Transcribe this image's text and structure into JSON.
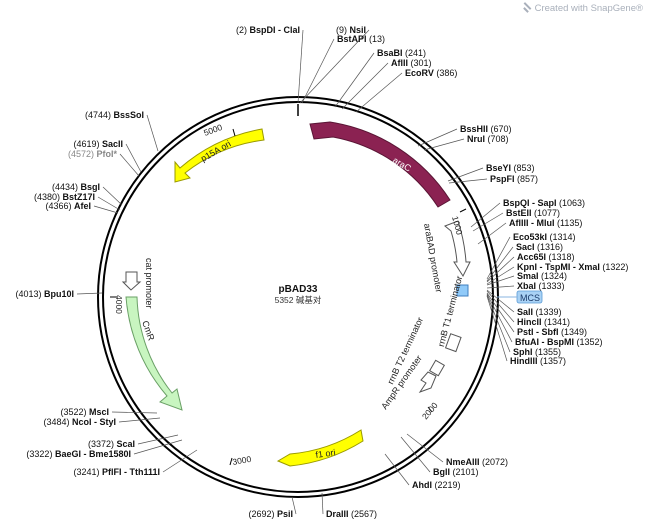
{
  "watermark": "Created with SnapGene®",
  "plasmid": {
    "name": "pBAD33",
    "size": "5352",
    "size_suffix": "碱基对"
  },
  "sites": [
    {
      "pos": "(2)",
      "name": "BspDI - ClaI",
      "side": "L"
    },
    {
      "pos": "(9)",
      "name": "NsiI",
      "side": "L"
    },
    {
      "pos": "(13)",
      "name": "BstAPI",
      "side": "R"
    },
    {
      "pos": "(241)",
      "name": "BsaBI",
      "side": "R"
    },
    {
      "pos": "(301)",
      "name": "AflII",
      "side": "R"
    },
    {
      "pos": "(386)",
      "name": "EcoRV",
      "side": "R"
    },
    {
      "pos": "(670)",
      "name": "BssHII",
      "side": "R"
    },
    {
      "pos": "(708)",
      "name": "NruI",
      "side": "R"
    },
    {
      "pos": "(853)",
      "name": "BseYI",
      "side": "R"
    },
    {
      "pos": "(857)",
      "name": "PspFI",
      "side": "R"
    },
    {
      "pos": "(1063)",
      "name": "BspQI - SapI",
      "side": "R"
    },
    {
      "pos": "(1077)",
      "name": "BstEII",
      "side": "R"
    },
    {
      "pos": "(1135)",
      "name": "AflIII - MluI",
      "side": "R"
    },
    {
      "pos": "(1314)",
      "name": "Eco53kI",
      "side": "R"
    },
    {
      "pos": "(1316)",
      "name": "SacI",
      "side": "R"
    },
    {
      "pos": "(1318)",
      "name": "Acc65I",
      "side": "R"
    },
    {
      "pos": "(1322)",
      "name": "KpnI - TspMI - XmaI",
      "side": "R"
    },
    {
      "pos": "(1324)",
      "name": "SmaI",
      "side": "R"
    },
    {
      "pos": "(1333)",
      "name": "XbaI",
      "side": "R"
    },
    {
      "pos": "(1339)",
      "name": "SalI",
      "side": "R"
    },
    {
      "pos": "(1341)",
      "name": "HincII",
      "side": "R"
    },
    {
      "pos": "(1349)",
      "name": "PstI - SbfI",
      "side": "R"
    },
    {
      "pos": "(1352)",
      "name": "BfuAI - BspMI",
      "side": "R"
    },
    {
      "pos": "(1355)",
      "name": "SphI",
      "side": "R"
    },
    {
      "pos": "(1357)",
      "name": "HindIII",
      "side": "R"
    },
    {
      "pos": "(2072)",
      "name": "NmeAIII",
      "side": "R"
    },
    {
      "pos": "(2101)",
      "name": "BglI",
      "side": "R"
    },
    {
      "pos": "(2219)",
      "name": "AhdI",
      "side": "R"
    },
    {
      "pos": "(2567)",
      "name": "DraIII",
      "side": "R"
    },
    {
      "pos": "(2692)",
      "name": "PsiI",
      "side": "L"
    },
    {
      "pos": "(3241)",
      "name": "PflFI - Tth111I",
      "side": "L"
    },
    {
      "pos": "(3322)",
      "name": "BaeGI - Bme1580I",
      "side": "L"
    },
    {
      "pos": "(3372)",
      "name": "ScaI",
      "side": "L"
    },
    {
      "pos": "(3484)",
      "name": "NcoI - StyI",
      "side": "L"
    },
    {
      "pos": "(3522)",
      "name": "MscI",
      "side": "L"
    },
    {
      "pos": "(4013)",
      "name": "Bpu10I",
      "side": "L"
    },
    {
      "pos": "(4366)",
      "name": "AfeI",
      "side": "L"
    },
    {
      "pos": "(4380)",
      "name": "BstZ17I",
      "side": "L"
    },
    {
      "pos": "(4434)",
      "name": "BsgI",
      "side": "L"
    },
    {
      "pos": "(4572)",
      "name": "PfoI*",
      "side": "L",
      "gray": true
    },
    {
      "pos": "(4619)",
      "name": "SacII",
      "side": "L"
    },
    {
      "pos": "(4744)",
      "name": "BssSoI",
      "side": "L"
    }
  ],
  "mcs_label": "MCS",
  "features": [
    {
      "name": "araC",
      "color": "#8b2252"
    },
    {
      "name": "p15A ori",
      "color": "#ffff00"
    },
    {
      "name": "f1 ori",
      "color": "#ffff00"
    },
    {
      "name": "CmR",
      "color": "#c8f5c0"
    },
    {
      "name": "araBAD promoter",
      "color": "#ffffff"
    },
    {
      "name": "rrnB T1 terminator",
      "color": "#ffffff"
    },
    {
      "name": "rrnB T2 terminator",
      "color": "#ffffff"
    },
    {
      "name": "AmpR promoter",
      "color": "#ffffff"
    },
    {
      "name": "cat promoter",
      "color": "#ffffff"
    }
  ],
  "ticks": [
    "1000",
    "2000",
    "3000",
    "4000",
    "5000"
  ]
}
